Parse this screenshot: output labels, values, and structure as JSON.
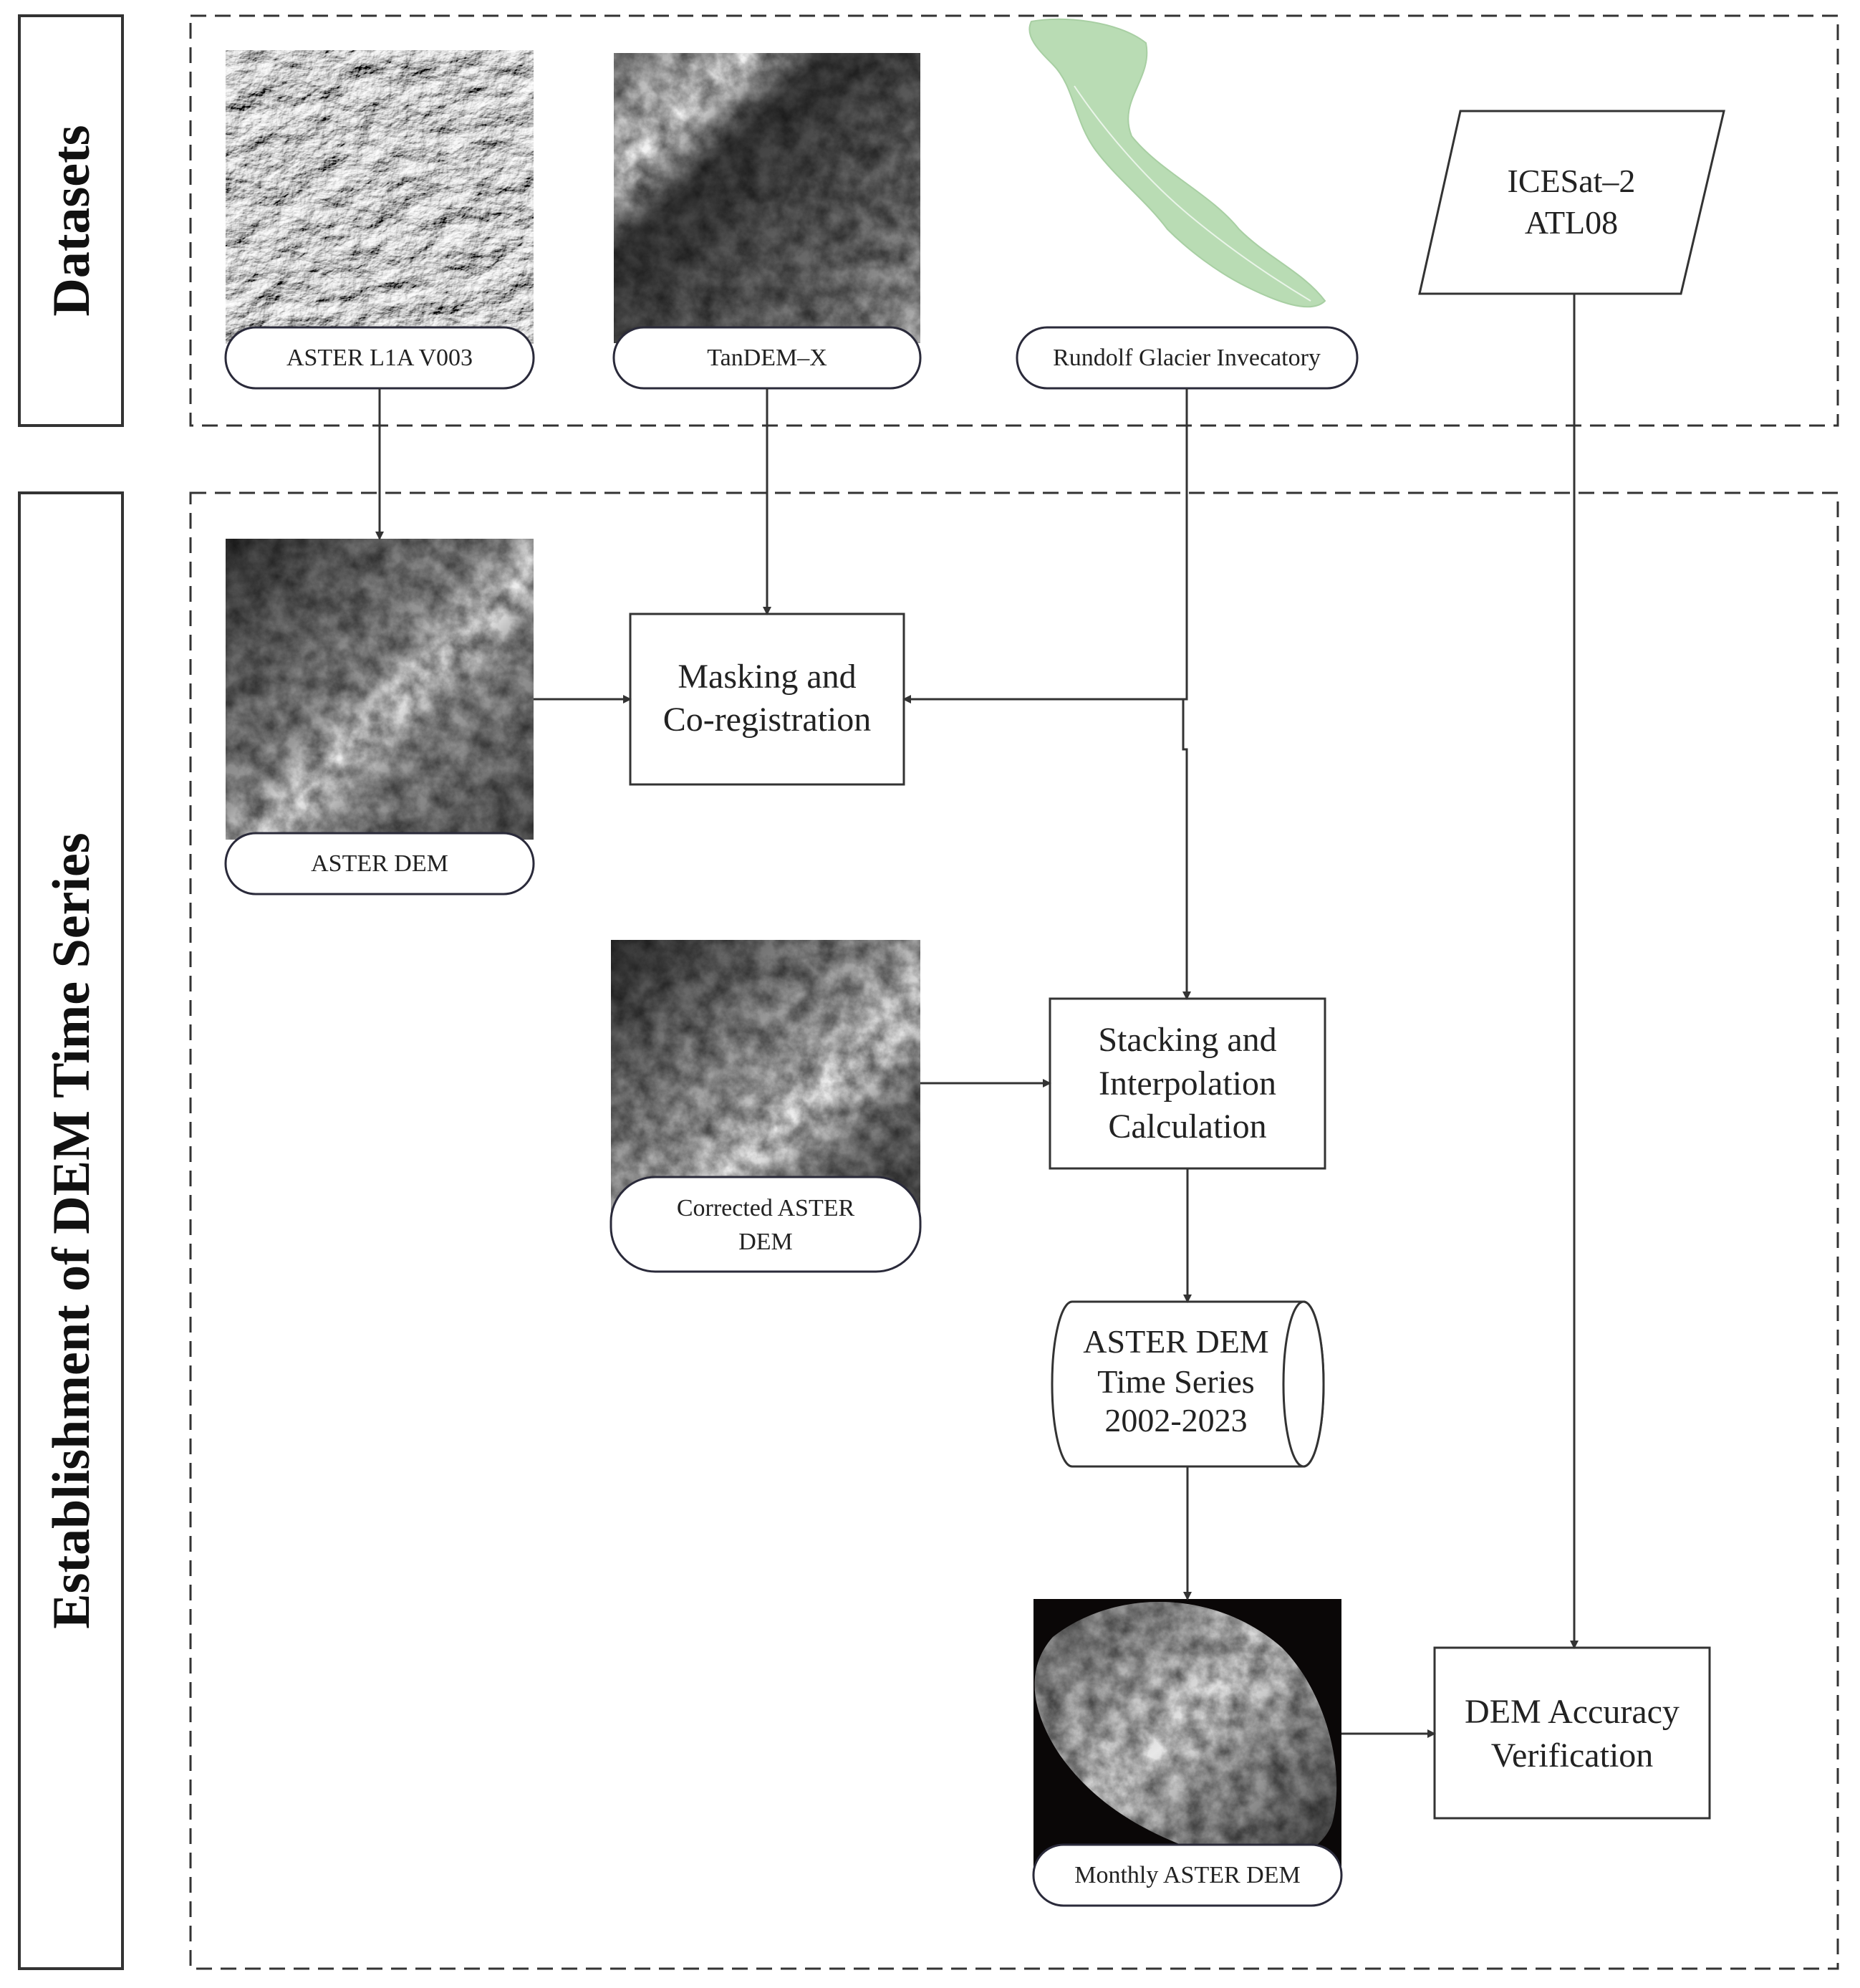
{
  "sections": {
    "datasets_title": "Datasets",
    "dem_title": "Establishment of DEM Time Series"
  },
  "inputs": {
    "aster_l1a": "ASTER L1A V003",
    "tandem_x": "TanDEM–X",
    "rgi": "Rundolf Glacier Invecatory",
    "icesat_line1": "ICESat–2",
    "icesat_line2": "ATL08"
  },
  "intermediate": {
    "aster_dem": "ASTER DEM",
    "corrected_line1": "Corrected ASTER",
    "corrected_line2": "DEM",
    "monthly_dem": "Monthly ASTER DEM"
  },
  "processes": {
    "masking_line1": "Masking and",
    "masking_line2": "Co-registration",
    "stacking_line1": "Stacking and",
    "stacking_line2": "Interpolation",
    "stacking_line3": "Calculation",
    "accuracy_line1": "DEM Accuracy",
    "accuracy_line2": "Verification"
  },
  "storage": {
    "ts_line1": "ASTER DEM",
    "ts_line2": "Time Series",
    "ts_line3": "2002-2023"
  },
  "colors": {
    "glacier_fill": "#b9dcb4",
    "dem_dark": "#1e1e1e",
    "dem_light": "#f2f2f2",
    "background_black": "#0a0707"
  }
}
